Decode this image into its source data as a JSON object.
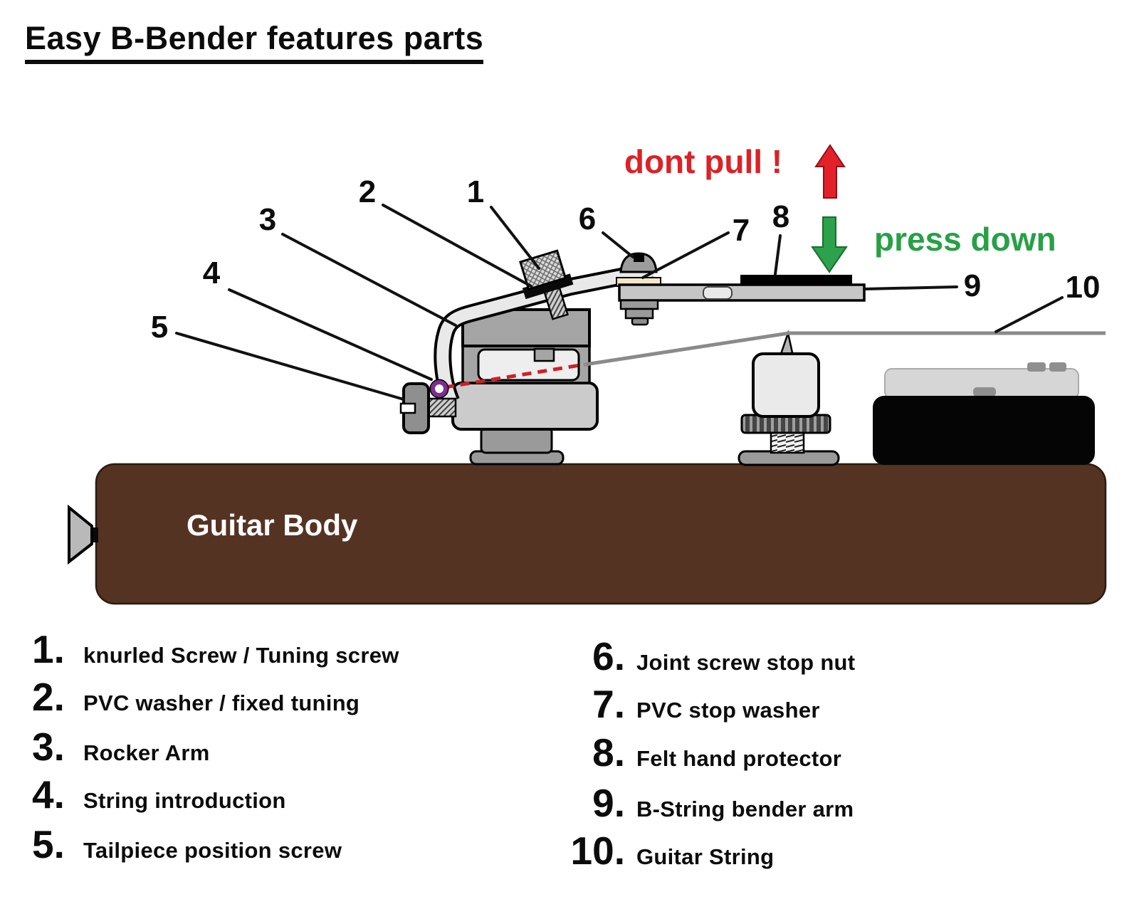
{
  "title": "Easy B-Bender features parts",
  "diagram": {
    "dont_pull": "dont pull !",
    "press_down": "press down",
    "guitar_body_label": "Guitar Body",
    "callouts": [
      "1",
      "2",
      "3",
      "4",
      "5",
      "6",
      "7",
      "8",
      "9",
      "10"
    ]
  },
  "legend": {
    "left": [
      {
        "num": "1.",
        "label": "knurled Screw / Tuning screw"
      },
      {
        "num": "2.",
        "label": "PVC washer / fixed tuning"
      },
      {
        "num": "3.",
        "label": "Rocker Arm"
      },
      {
        "num": "4.",
        "label": "String introduction"
      },
      {
        "num": "5.",
        "label": "Tailpiece position screw"
      }
    ],
    "right": [
      {
        "num": "6.",
        "label": "Joint screw stop nut"
      },
      {
        "num": "7.",
        "label": "PVC stop washer"
      },
      {
        "num": "8.",
        "label": "Felt hand protector"
      },
      {
        "num": "9.",
        "label": "B-String bender arm"
      },
      {
        "num": "10.",
        "label": "Guitar String"
      }
    ]
  },
  "colors": {
    "dont_pull_red": "#DC2127",
    "up_arrow_red": "#E32129",
    "press_down_green": "#27A046",
    "down_arrow_green": "#2DA14B",
    "guitar_body_brown": "#553323",
    "string_gray": "#8A8A8A",
    "string_intro_purple": "#7D2F8E",
    "string_path_red": "#D01F26",
    "felt_black": "#000000"
  }
}
